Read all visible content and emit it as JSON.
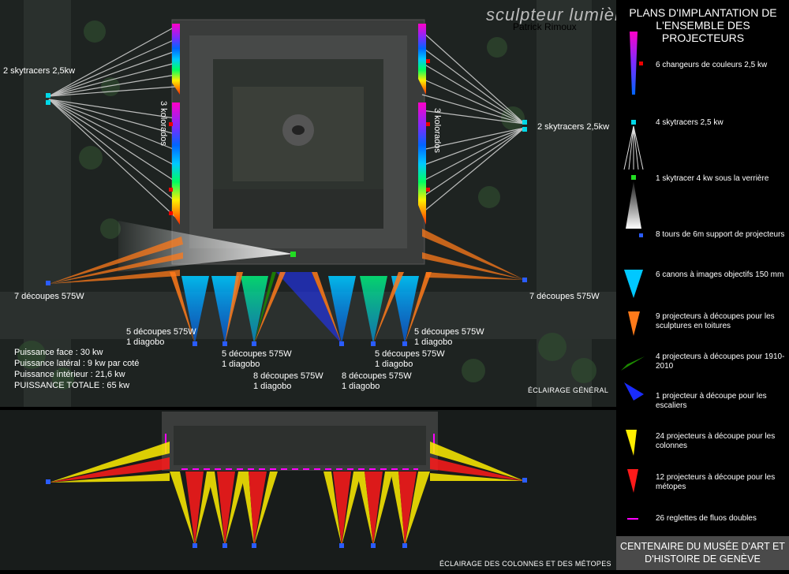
{
  "branding": {
    "logo": "sculpteur lumière",
    "author": "Patrick Rimoux"
  },
  "map": {
    "top_panel_caption": "ÉCLAIRAGE GÉNÉRAL",
    "bottom_panel_caption": "ÉCLAIRAGE DES COLONNES ET DES MÉTOPES",
    "labels": {
      "skytracers_left": "2 skytracers 2,5kw",
      "skytracers_right": "2 skytracers 2,5kw",
      "kolorados_left": "3 kolorados",
      "kolorados_right": "3 kolorados",
      "decoupes_left": "7 découpes 575W",
      "decoupes_right": "7 découpes 575W",
      "front_1": "5 découpes 575W",
      "front_1b": "1 diagobo",
      "front_2": "5 découpes 575W",
      "front_2b": "1 diagobo",
      "front_3": "8 découpes 575W",
      "front_3b": "1 diagobo",
      "front_4": "8 découpes 575W",
      "front_4b": "1 diagobo",
      "front_5": "5 découpes 575W",
      "front_5b": "1 diagobo",
      "front_6": "5 découpes 575W",
      "front_6b": "1 diagobo"
    },
    "power": {
      "face": "Puissance face : 30 kw",
      "lateral": "Puissance latéral : 9 kw par coté",
      "interior": "Puissance intérieur : 21,6 kw",
      "total": "PUISSANCE TOTALE : 65 kw"
    }
  },
  "legend": {
    "title": "PLANS D'IMPLANTATION DE L'ENSEMBLE DES PROJECTEURS",
    "items": [
      {
        "text": "6 changeurs de couleurs 2,5 kw"
      },
      {
        "text": "4 skytracers 2,5 kw"
      },
      {
        "text": "1 skytracer 4 kw sous la verrière"
      },
      {
        "text": "8 tours de 6m support de projecteurs"
      },
      {
        "text": "6 canons à images objectifs 150 mm"
      },
      {
        "text": "9 projecteurs à découpes pour les sculptures en toitures"
      },
      {
        "text": "4 projecteurs à découpes pour 1910-2010"
      },
      {
        "text": "1 projecteur à découpe pour les escaliers"
      },
      {
        "text": "24 projecteurs à découpe pour les colonnes"
      },
      {
        "text": "12 projecteurs à découpe pour les métopes"
      },
      {
        "text": "26 reglettes de fluos doubles"
      }
    ],
    "footer": "CENTENAIRE DU MUSÉE D'ART ET D'HISTOIRE DE GENÈVE"
  },
  "colors": {
    "skytracer": "#00d8e8",
    "tower": "#2a5cff",
    "orange": "#ff7a1a",
    "yellow": "#ffee00",
    "red": "#ff1a1a",
    "green": "#1c8a00",
    "magenta": "#ff00d0",
    "cyan_beam": "#00b8ff"
  }
}
